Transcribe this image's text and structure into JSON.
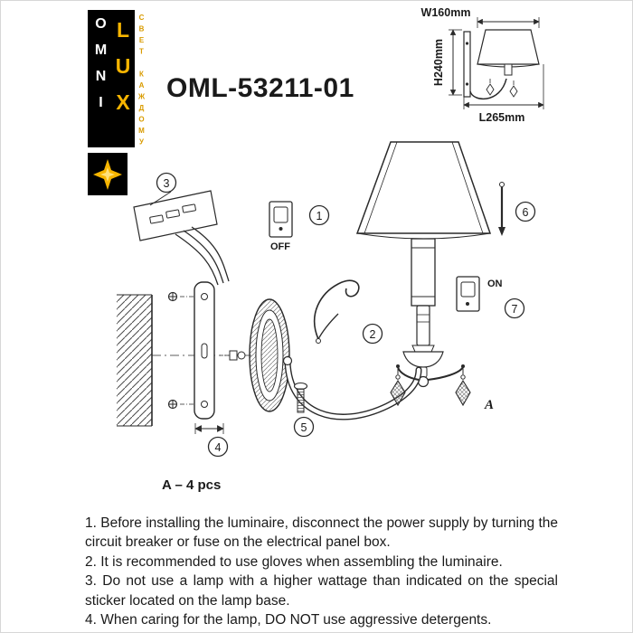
{
  "colors": {
    "brand_yellow": "#f7b500",
    "brand_black": "#000000",
    "ink": "#1a1a1a",
    "line": "#2a2a2a"
  },
  "logo": {
    "word_top": "OMNI",
    "word_bottom": "LUX",
    "tagline": "СВЕТ КАЖДОМУ"
  },
  "model_number": "OML-53211-01",
  "dimension_labels": {
    "width": "W160mm",
    "height": "H240mm",
    "length": "L265mm"
  },
  "diagram": {
    "callouts": [
      "1",
      "2",
      "3",
      "4",
      "5",
      "6",
      "7"
    ],
    "switch_off_label": "OFF",
    "switch_on_label": "ON",
    "crystal_label": "A",
    "parts_note": "A – 4 pcs"
  },
  "instructions": [
    "1. Before installing the luminaire, disconnect the power supply by turning the circuit breaker or fuse on the electrical panel box.",
    "2. It is recommended to use gloves when assembling the luminaire.",
    "3. Do not use a lamp with a higher wattage than indicated on the special sticker located on the lamp base.",
    "4. When caring for the lamp, DO NOT use aggressive detergents."
  ]
}
